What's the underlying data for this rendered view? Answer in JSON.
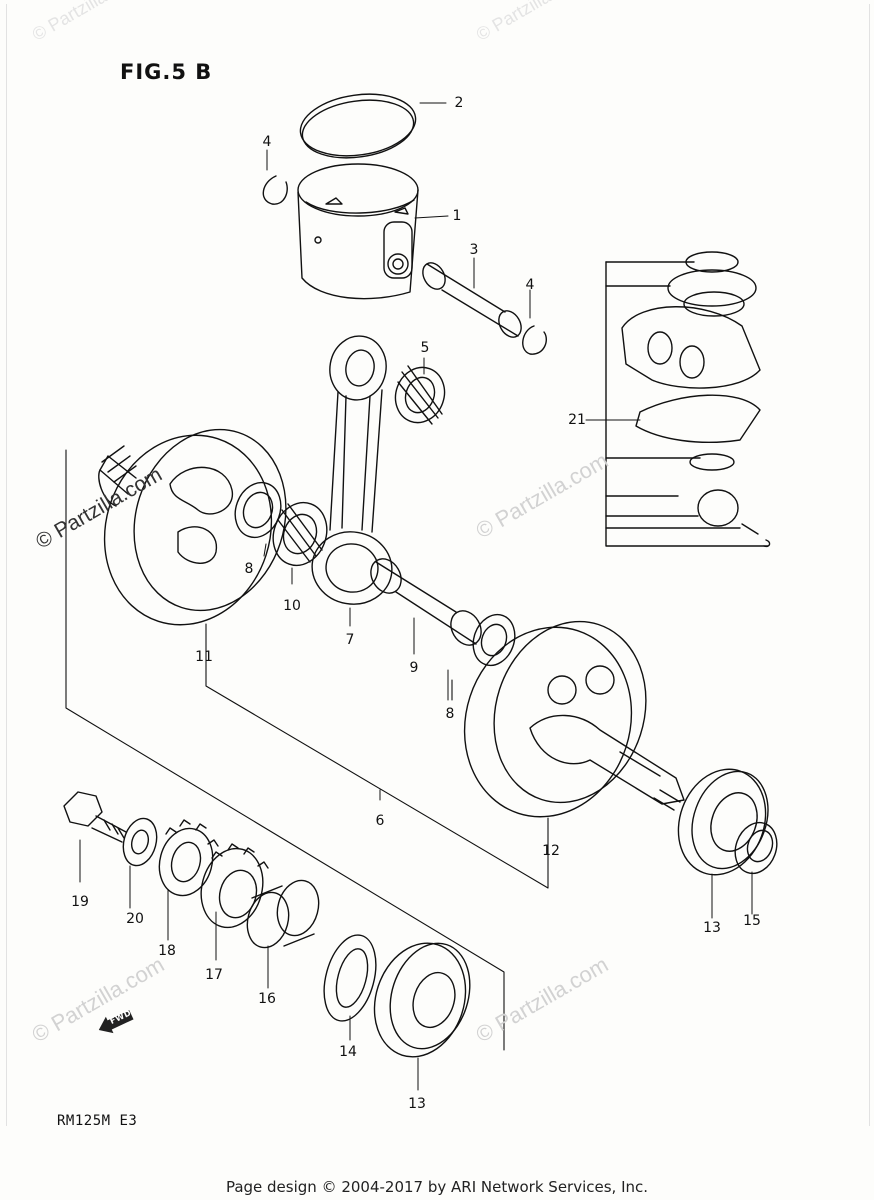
{
  "figure": {
    "title": "FIG.5 B"
  },
  "model_code": "RM125M  E3",
  "footer": "Page design © 2004-2017 by ARI Network Services, Inc.",
  "watermarks": [
    "© Partzilla.com",
    "© Partzilla.com",
    "© Partzilla.com",
    "© Partzilla.com",
    "© Partzilla.com",
    "© Partzilla.com"
  ],
  "callouts": {
    "c1": "1",
    "c2": "2",
    "c3": "3",
    "c4a": "4",
    "c4b": "4",
    "c5": "5",
    "c6": "6",
    "c7": "7",
    "c8a": "8",
    "c8b": "8",
    "c9": "9",
    "c10": "10",
    "c11": "11",
    "c12": "12",
    "c13a": "13",
    "c13b": "13",
    "c14": "14",
    "c15": "15",
    "c16": "16",
    "c17": "17",
    "c18": "18",
    "c19": "19",
    "c20": "20",
    "c21": "21"
  },
  "fwd_label": "FWD",
  "icons": [
    "forward-arrow-icon"
  ]
}
